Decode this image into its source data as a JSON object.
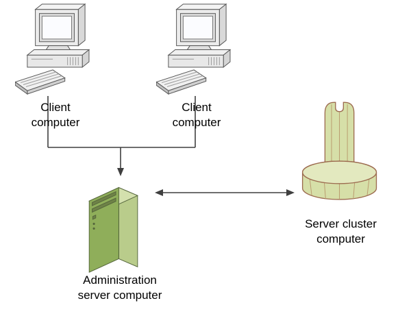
{
  "diagram": {
    "type": "network-topology",
    "nodes": {
      "client1": {
        "label": "Client\ncomputer",
        "icon": "desktop-computer-icon"
      },
      "client2": {
        "label": "Client\ncomputer",
        "icon": "desktop-computer-icon"
      },
      "admin_server": {
        "label": "Administration\nserver computer",
        "icon": "tower-server-icon"
      },
      "server_cluster": {
        "label": "Server cluster\ncomputer",
        "icon": "server-cluster-icon"
      }
    },
    "connections": [
      {
        "from": "client1",
        "to": "admin_server",
        "type": "arrow",
        "direction": "one-way"
      },
      {
        "from": "client2",
        "to": "admin_server",
        "type": "arrow",
        "direction": "one-way"
      },
      {
        "from": "admin_server",
        "to": "server_cluster",
        "type": "arrow",
        "direction": "two-way"
      }
    ],
    "colors": {
      "background": "#ffffff",
      "connector_line": "#3f3f3f",
      "label_text": "#000000",
      "tower_front_green": "#8fae5a",
      "tower_side_green": "#b9cc8b",
      "tower_top_green": "#d3e0ad",
      "cluster_fill": "#d6dfa8",
      "cluster_light_fill": "#e3e9bf",
      "cluster_outline": "#9c6b4f",
      "computer_gray": "#ececec",
      "screen_white": "#fbfcff"
    }
  }
}
